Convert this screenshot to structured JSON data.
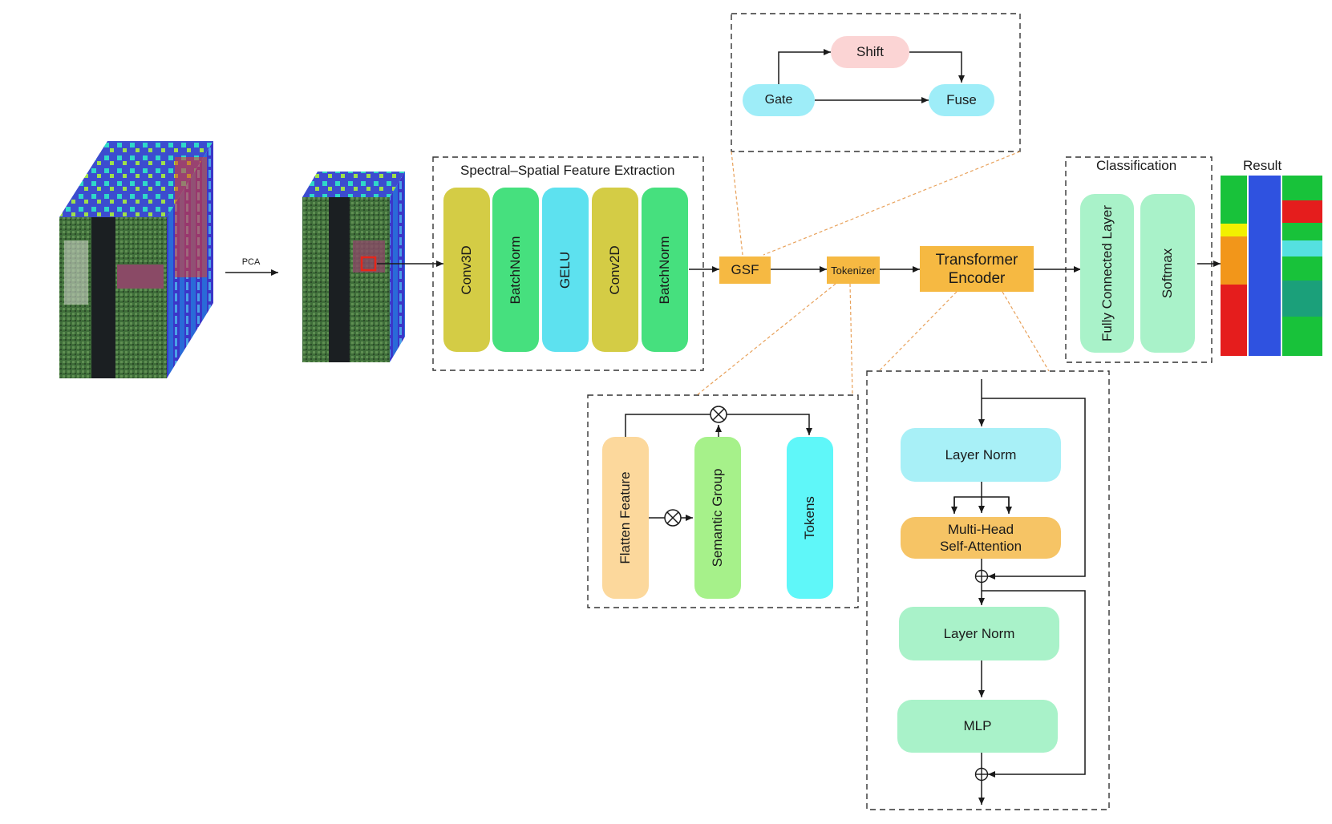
{
  "input": {
    "pca_label": "PCA"
  },
  "ssfe": {
    "title": "Spectral–Spatial Feature Extraction",
    "layers": [
      "Conv3D",
      "BatchNorm",
      "GELU",
      "Conv2D",
      "BatchNorm"
    ],
    "colors": [
      "#d4cc45",
      "#46e07e",
      "#5de1ef",
      "#d4cc45",
      "#46e07e"
    ]
  },
  "gsf": {
    "label": "GSF",
    "gate": "Gate",
    "shift": "Shift",
    "fuse": "Fuse"
  },
  "tokenizer": {
    "label": "Tokenizer",
    "flatten": "Flatten Feature",
    "semantic": "Semantic Group",
    "tokens": "Tokens"
  },
  "transformer": {
    "label_line1": "Transformer",
    "label_line2": "Encoder",
    "layer_norm_1": "Layer Norm",
    "mhsa_line1": "Multi-Head",
    "mhsa_line2": "Self-Attention",
    "layer_norm_2": "Layer Norm",
    "mlp": "MLP"
  },
  "classification": {
    "title": "Classification",
    "fc": "Fully Connected Layer",
    "softmax": "Softmax"
  },
  "result": {
    "title": "Result"
  },
  "colors": {
    "orange": "#f6b942",
    "cyan_light": "#9eedf8",
    "green_light": "#a9f2c9",
    "pink": "#fbd4d4",
    "peach": "#fcd89c",
    "dash": "#333333",
    "leader": "#e8a15a"
  }
}
